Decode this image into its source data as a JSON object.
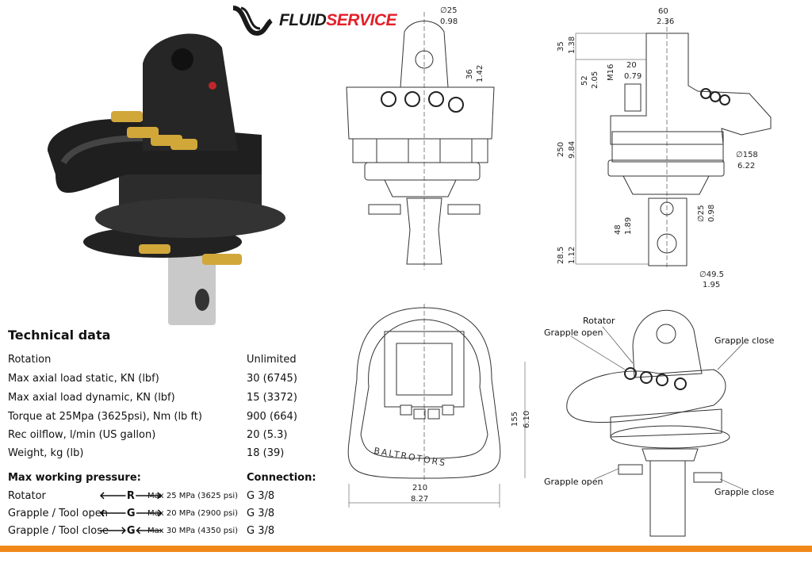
{
  "brand": {
    "part1": "FLUID",
    "part2": "SERVICE"
  },
  "technical_data": {
    "title": "Technical data",
    "rows": [
      {
        "label": "Rotation",
        "value": "Unlimited"
      },
      {
        "label": "Max axial load static, KN (lbf)",
        "value": "30 (6745)"
      },
      {
        "label": "Max axial load dynamic, KN (lbf)",
        "value": "15 (3372)"
      },
      {
        "label": "Torque at 25Mpa (3625psi), Nm (lb ft)",
        "value": "900 (664)"
      },
      {
        "label": "Rec oilflow, l/min (US gallon)",
        "value": "20 (5.3)"
      },
      {
        "label": "Weight, kg (lb)",
        "value": "18 (39)"
      }
    ]
  },
  "pressure": {
    "title": "Max working pressure:",
    "connection_title": "Connection:",
    "rows": [
      {
        "label": "Rotator",
        "symbol": "🡐R🡒",
        "max": "Max 25 MPa (3625 psi)",
        "connection": "G 3/8"
      },
      {
        "label": "Grapple / Tool open",
        "symbol": "🡐G🡒",
        "max": "Max 20 MPa (2900 psi)",
        "connection": "G 3/8"
      },
      {
        "label": "Grapple / Tool close",
        "symbol": "🡒G🡐",
        "max": "Max 30 MPa (4350 psi)",
        "connection": "G 3/8"
      }
    ]
  },
  "front_view": {
    "d25": "∅25",
    "d25_in": "0.98",
    "h36": "36",
    "h36_in": "1.42"
  },
  "side_view": {
    "w60": "60",
    "w60_in": "2.36",
    "h35": "35",
    "h35_in": "1.38",
    "h52": "52",
    "h52_in": "2.05",
    "m16": "M16",
    "w20": "20",
    "w20_in": "0.79",
    "h250": "250",
    "h250_in": "9.84",
    "d158": "∅158",
    "d158_in": "6.22",
    "h48": "48",
    "h48_in": "1.89",
    "d25": "∅25",
    "d25_in": "0.98",
    "h28": "28.5",
    "h28_in": "1.12",
    "d49": "∅49.5",
    "d49_in": "1.95"
  },
  "top_view": {
    "h155": "155",
    "h155_in": "6.10",
    "w210": "210",
    "w210_in": "8.27",
    "brand_text": "BALTROTORS"
  },
  "iso_view": {
    "rotator": "Rotator",
    "grapple_open": "Grapple open",
    "grapple_close": "Grapple close",
    "grapple_open_2": "Grapple open",
    "grapple_close_2": "Grapple close"
  },
  "colors": {
    "accent": "#f0881a",
    "brand_red": "#e4202a"
  }
}
